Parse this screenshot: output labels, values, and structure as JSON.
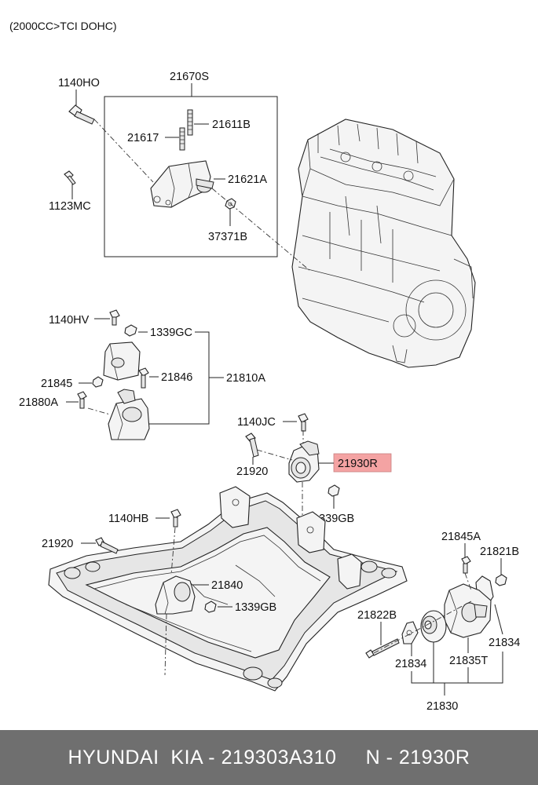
{
  "header": "(2000CC>TCI DOHC)",
  "highlight_color": "#f4a3a3",
  "labels": {
    "l1140HO": "1140HO",
    "l21670S": "21670S",
    "l21611B": "21611B",
    "l21617": "21617",
    "l21621A": "21621A",
    "l1123MC": "1123MC",
    "l37371B": "37371B",
    "l1140HV": "1140HV",
    "l1339GC": "1339GC",
    "l21845": "21845",
    "l21846": "21846",
    "l21810A": "21810A",
    "l21880A": "21880A",
    "l1140JC": "1140JC",
    "l21930R": "21930R",
    "l21920a": "21920",
    "l1339GBa": "1339GB",
    "l1140HB": "1140HB",
    "l21920b": "21920",
    "l21840": "21840",
    "l1339GBb": "1339GB",
    "l21845A": "21845A",
    "l21821B": "21821B",
    "l21822B": "21822B",
    "l21834a": "21834",
    "l21834b": "21834",
    "l21835T": "21835T",
    "l21830": "21830"
  },
  "footer": "HYUNDAI  KIA - 219303A310     N - 21930R"
}
